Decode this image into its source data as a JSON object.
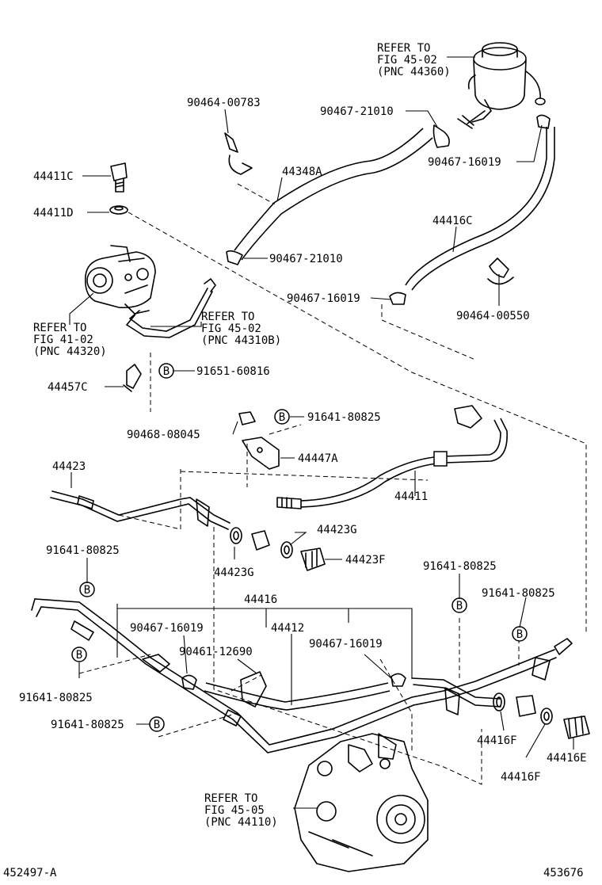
{
  "diagram": {
    "refer_notes": {
      "reservoir": [
        "REFER TO",
        "FIG 45-02",
        "(PNC 44360)"
      ],
      "pump": [
        "REFER TO",
        "FIG 41-02",
        "(PNC 44320)"
      ],
      "pressure_pipe": [
        "REFER TO",
        "FIG 45-02",
        "(PNC 44310B)"
      ],
      "gear_box": [
        "REFER TO",
        "FIG 45-05",
        "(PNC 44110)"
      ]
    },
    "labels": {
      "l_90464_00783": "90464-00783",
      "l_90467_21010_a": "90467-21010",
      "l_90467_16019_a": "90467-16019",
      "l_44411c": "44411C",
      "l_44411d": "44411D",
      "l_44348a": "44348A",
      "l_90467_21010_b": "90467-21010",
      "l_44416c": "44416C",
      "l_90467_16019_b": "90467-16019",
      "l_90464_00550": "90464-00550",
      "l_91651_60816": "91651-60816",
      "l_44457c": "44457C",
      "l_91641_80825_a": "91641-80825",
      "l_90468_08045": "90468-08045",
      "l_44447a": "44447A",
      "l_44423": "44423",
      "l_44411": "44411",
      "l_44423g_a": "44423G",
      "l_44423f": "44423F",
      "l_44423g_b": "44423G",
      "l_91641_80825_b": "91641-80825",
      "l_91641_80825_c": "91641-80825",
      "l_44416": "44416",
      "l_91641_80825_d": "91641-80825",
      "l_90467_16019_c": "90467-16019",
      "l_44412": "44412",
      "l_90461_12690": "90461-12690",
      "l_90467_16019_d": "90467-16019",
      "l_91641_80825_e": "91641-80825",
      "l_91641_80825_f": "91641-80825",
      "l_44416f_a": "44416F",
      "l_44416e": "44416E",
      "l_44416f_b": "44416F"
    },
    "bolt_marker": "B",
    "footer": {
      "left_code": "452497-A",
      "right_code": "453676"
    }
  }
}
